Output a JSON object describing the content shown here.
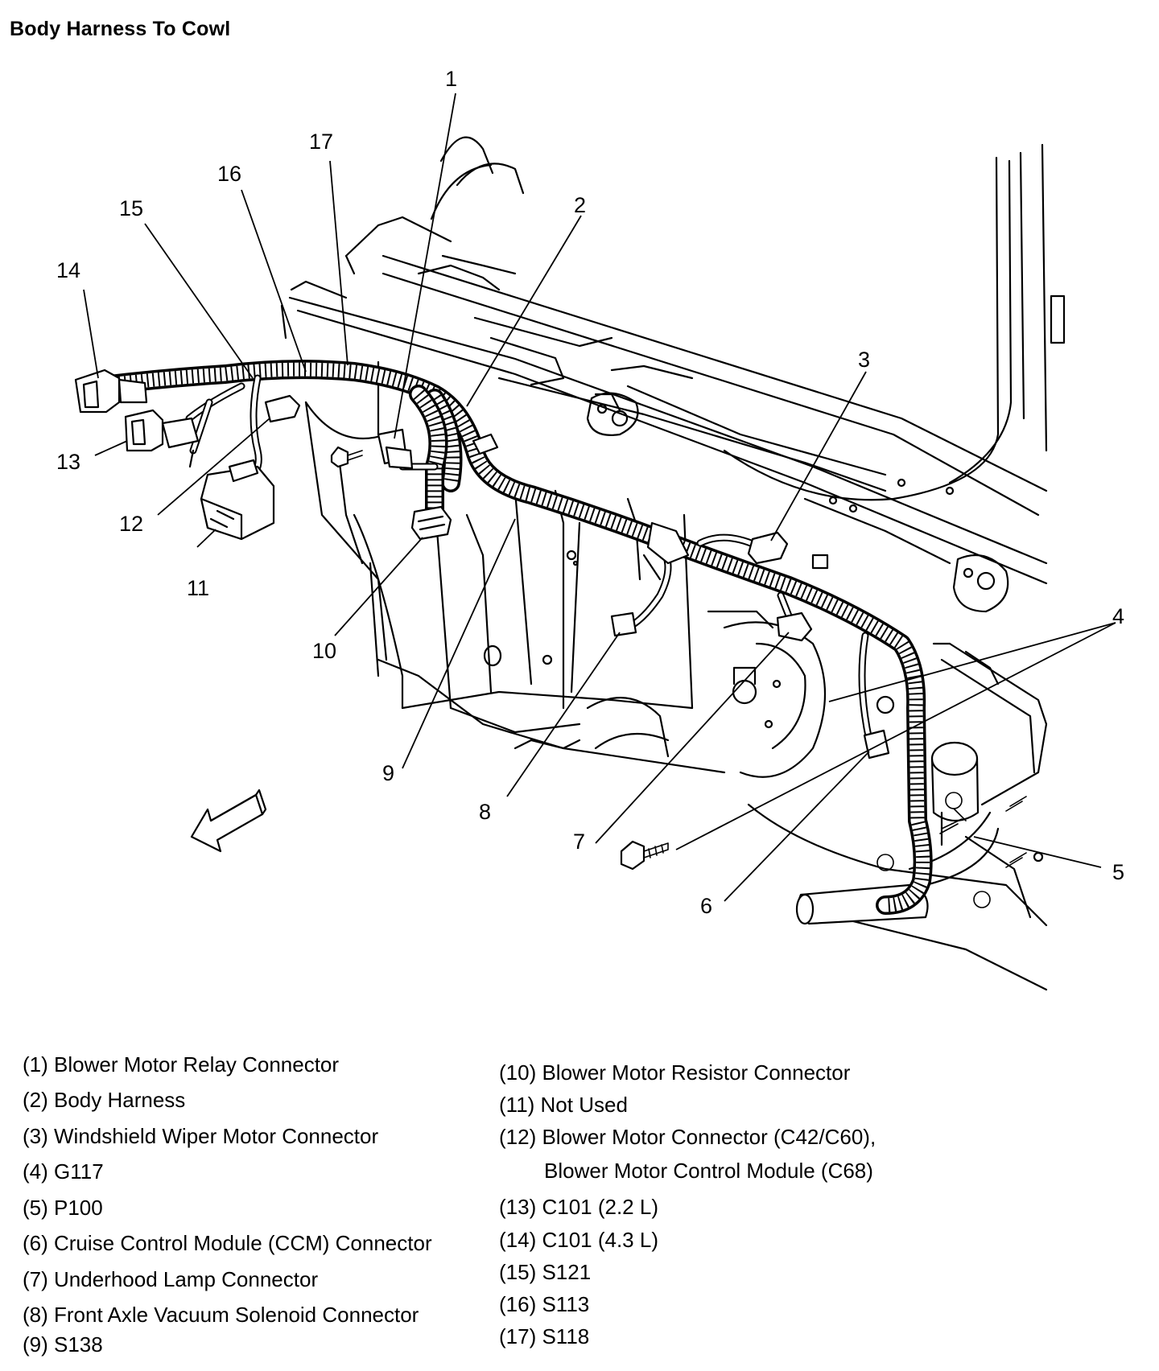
{
  "title": "Body Harness To Cowl",
  "callouts": [
    "1",
    "2",
    "3",
    "4",
    "5",
    "6",
    "7",
    "8",
    "9",
    "10",
    "11",
    "12",
    "13",
    "14",
    "15",
    "16",
    "17"
  ],
  "legend": {
    "left": [
      "(1) Blower Motor Relay Connector",
      "(2) Body Harness",
      "(3) Windshield Wiper Motor Connector",
      "(4) G117",
      "(5) P100",
      "(6) Cruise Control Module (CCM) Connector",
      "(7) Underhood Lamp Connector",
      "(8) Front Axle Vacuum Solenoid Connector",
      "(9) S138"
    ],
    "right": [
      "(10) Blower Motor Resistor Connector",
      "(11) Not Used",
      "(12) Blower Motor Connector (C42/C60),",
      "Blower Motor Control Module (C68)",
      "(13) C101 (2.2 L)",
      "(14) C101 (4.3 L)",
      "(15) S121",
      "(16) S113",
      "(17) S118"
    ]
  }
}
